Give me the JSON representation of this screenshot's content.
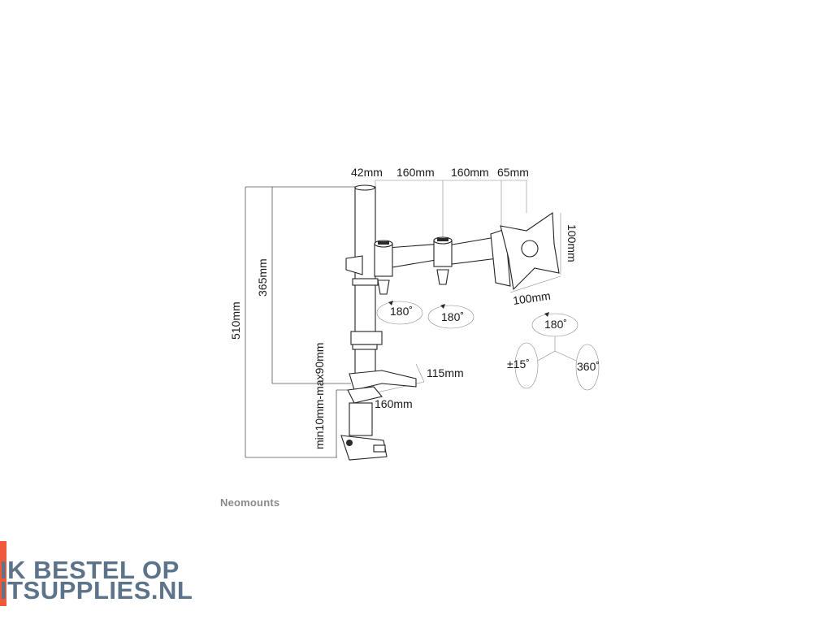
{
  "diagram": {
    "dimensions": {
      "pole_width": "42mm",
      "arm1_length": "160mm",
      "arm2_length": "160mm",
      "head_offset": "65mm",
      "vesa_vertical": "100mm",
      "vesa_horizontal": "100mm",
      "total_height": "510mm",
      "arm_height": "365mm",
      "desk_thickness": "min10mm-max90mm",
      "clamp_depth": "115mm",
      "clamp_width": "160mm"
    },
    "rotations": {
      "joint1": "180˚",
      "joint2": "180˚",
      "head_swivel": "180˚",
      "tilt": "±15˚",
      "rotate": "360˚"
    }
  },
  "brand": "Neomounts",
  "promo": {
    "line1": "IK BESTEL OP",
    "line2": "ITSUPPLIES.NL",
    "accent_color": "#f05a3a",
    "text_color": "#5d7389"
  }
}
